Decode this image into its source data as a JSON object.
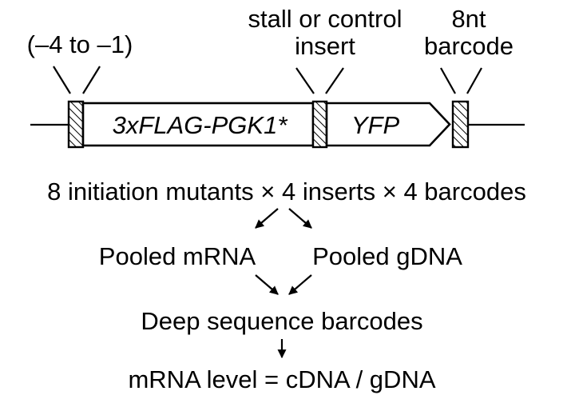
{
  "construct": {
    "kozak_label": "(–4 to –1)",
    "insert_label_line1": "stall or control",
    "insert_label_line2": "insert",
    "barcode_label_line1": "8nt",
    "barcode_label_line2": "barcode",
    "gene1": "3xFLAG-PGK1*",
    "gene2": "YFP"
  },
  "workflow": {
    "library": "8 initiation mutants × 4 inserts × 4 barcodes",
    "pooled_mrna": "Pooled mRNA",
    "pooled_gdna": "Pooled gDNA",
    "sequencing": "Deep sequence barcodes",
    "readout": "mRNA level = cDNA / gDNA"
  }
}
